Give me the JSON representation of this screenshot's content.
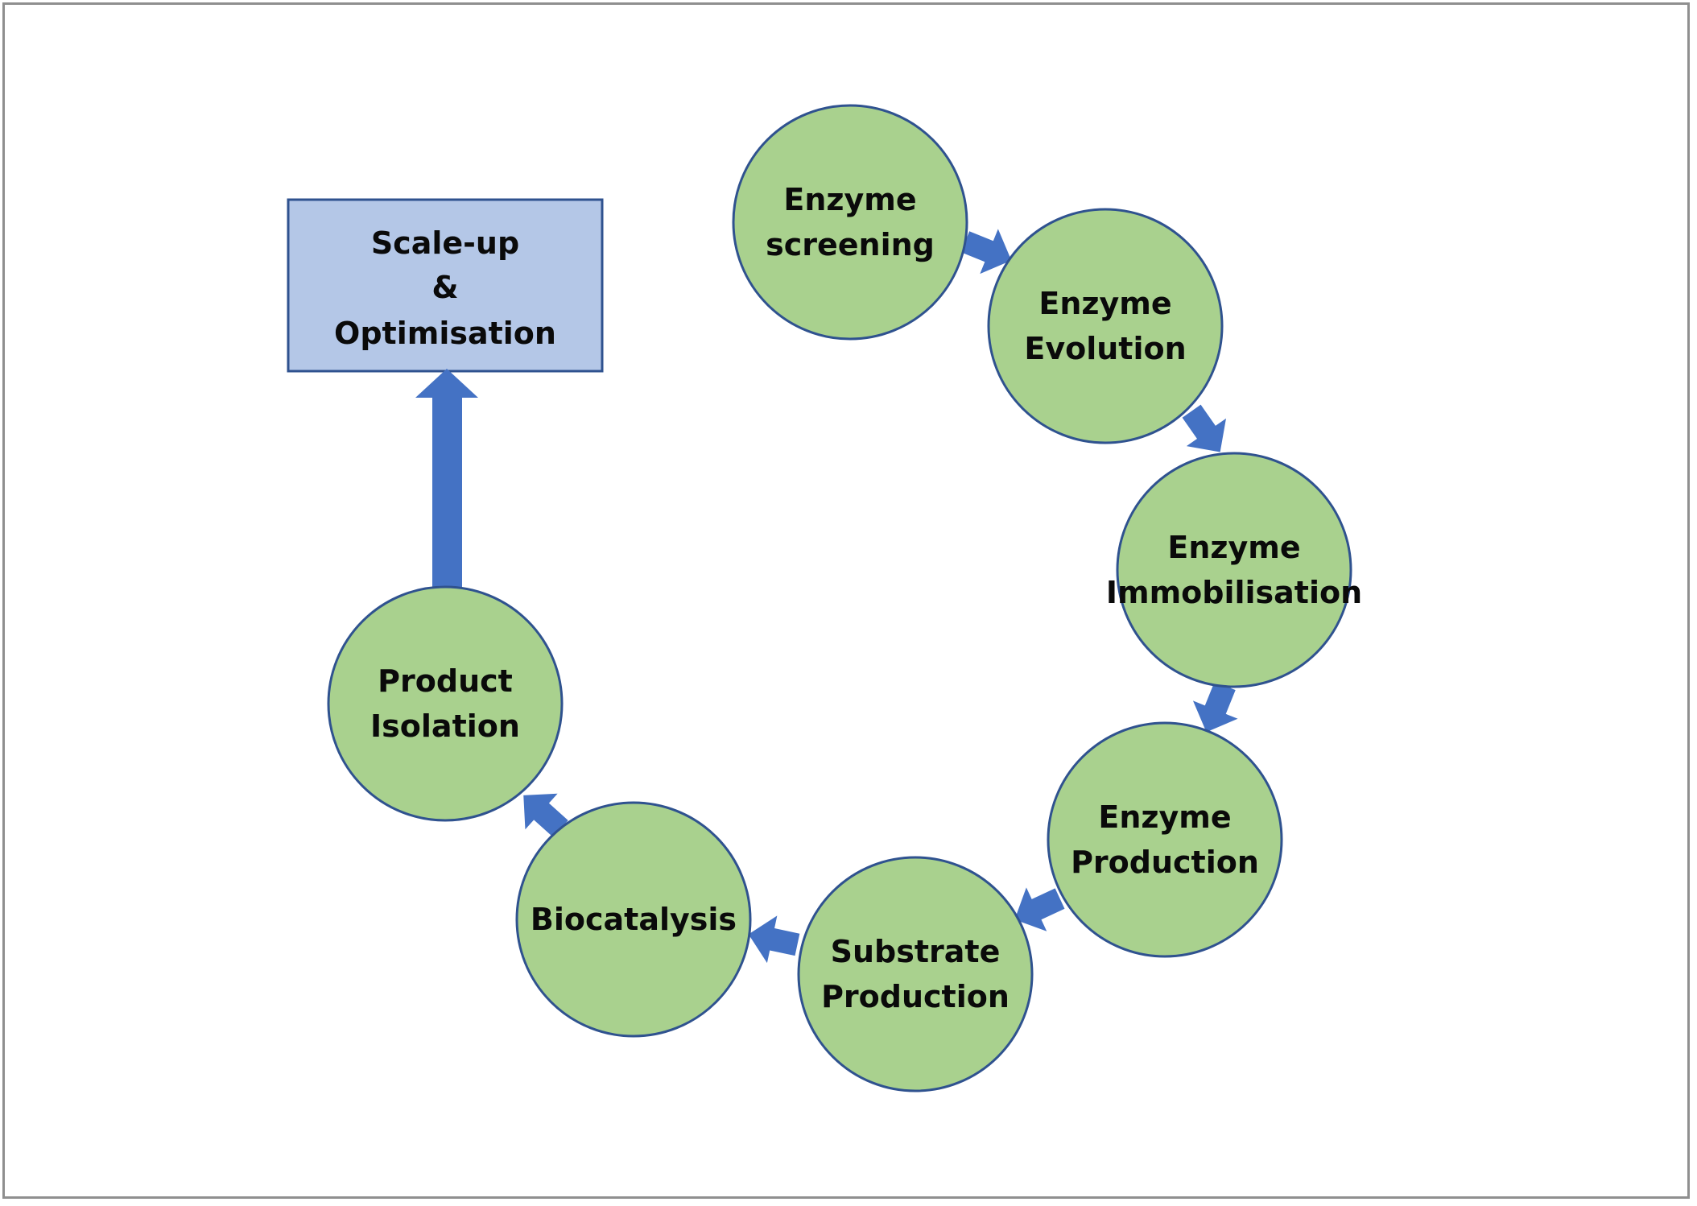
{
  "colors": {
    "node_fill": "#a9d18e",
    "node_stroke": "#2f528f",
    "box_fill": "#b4c7e7",
    "box_stroke": "#2f528f",
    "arrow": "#4472c4",
    "frame_border": "#8f8f8f"
  },
  "nodes": [
    {
      "id": "enzyme-screening",
      "lines": [
        "Enzyme",
        "screening"
      ]
    },
    {
      "id": "enzyme-evolution",
      "lines": [
        "Enzyme",
        "Evolution"
      ]
    },
    {
      "id": "enzyme-immobilisation",
      "lines": [
        "Enzyme",
        "Immobilisation"
      ]
    },
    {
      "id": "enzyme-production",
      "lines": [
        "Enzyme",
        "Production"
      ]
    },
    {
      "id": "substrate-production",
      "lines": [
        "Substrate",
        "Production"
      ]
    },
    {
      "id": "biocatalysis",
      "lines": [
        "Biocatalysis"
      ]
    },
    {
      "id": "product-isolation",
      "lines": [
        "Product",
        "Isolation"
      ]
    }
  ],
  "final_box": {
    "id": "scale-up-optimisation",
    "lines": [
      "Scale-up",
      "&",
      "Optimisation"
    ]
  }
}
